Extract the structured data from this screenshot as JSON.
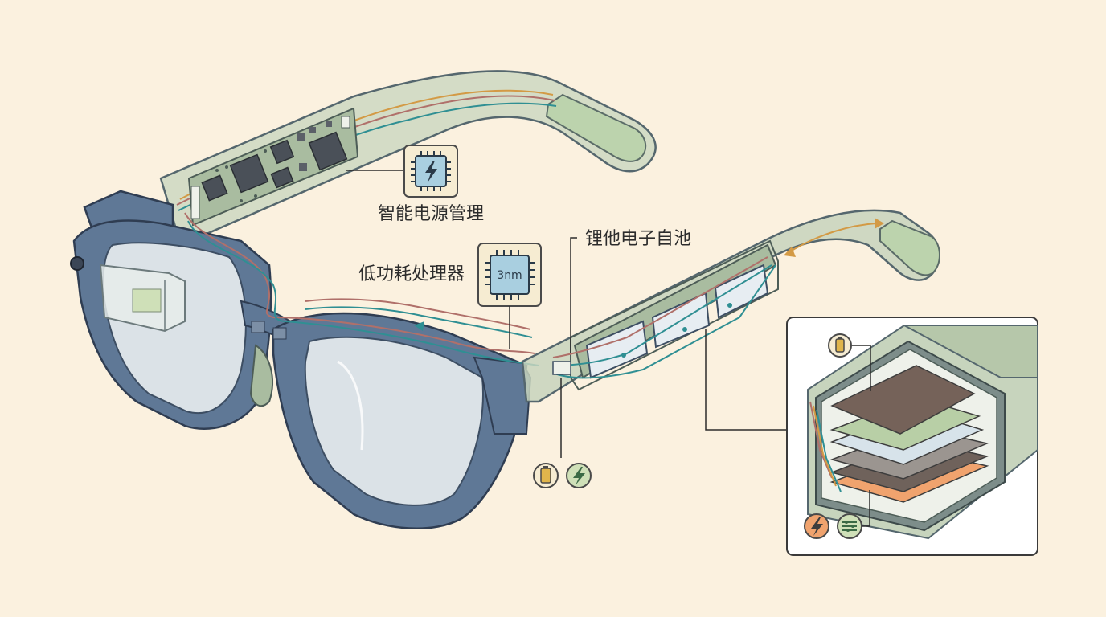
{
  "labels": {
    "power_management": "智能电源管理",
    "low_power_processor": "低功耗处理器",
    "battery": "锂他电子自池"
  },
  "chips": {
    "processor_text": "3nm"
  },
  "icons": {
    "power_chip": "power-chip-icon",
    "processor_chip": "processor-chip-icon",
    "battery": "battery-icon",
    "lightning": "lightning-icon",
    "equalizer": "equalizer-icon"
  },
  "colors": {
    "background": "#fbf1df",
    "frame": "#5f7896",
    "temple": "#c7d4bd",
    "wire_red": "#b0706a",
    "wire_teal": "#2f8f93",
    "wire_orange": "#d39a45",
    "battery_cell": "#e7edf2"
  }
}
